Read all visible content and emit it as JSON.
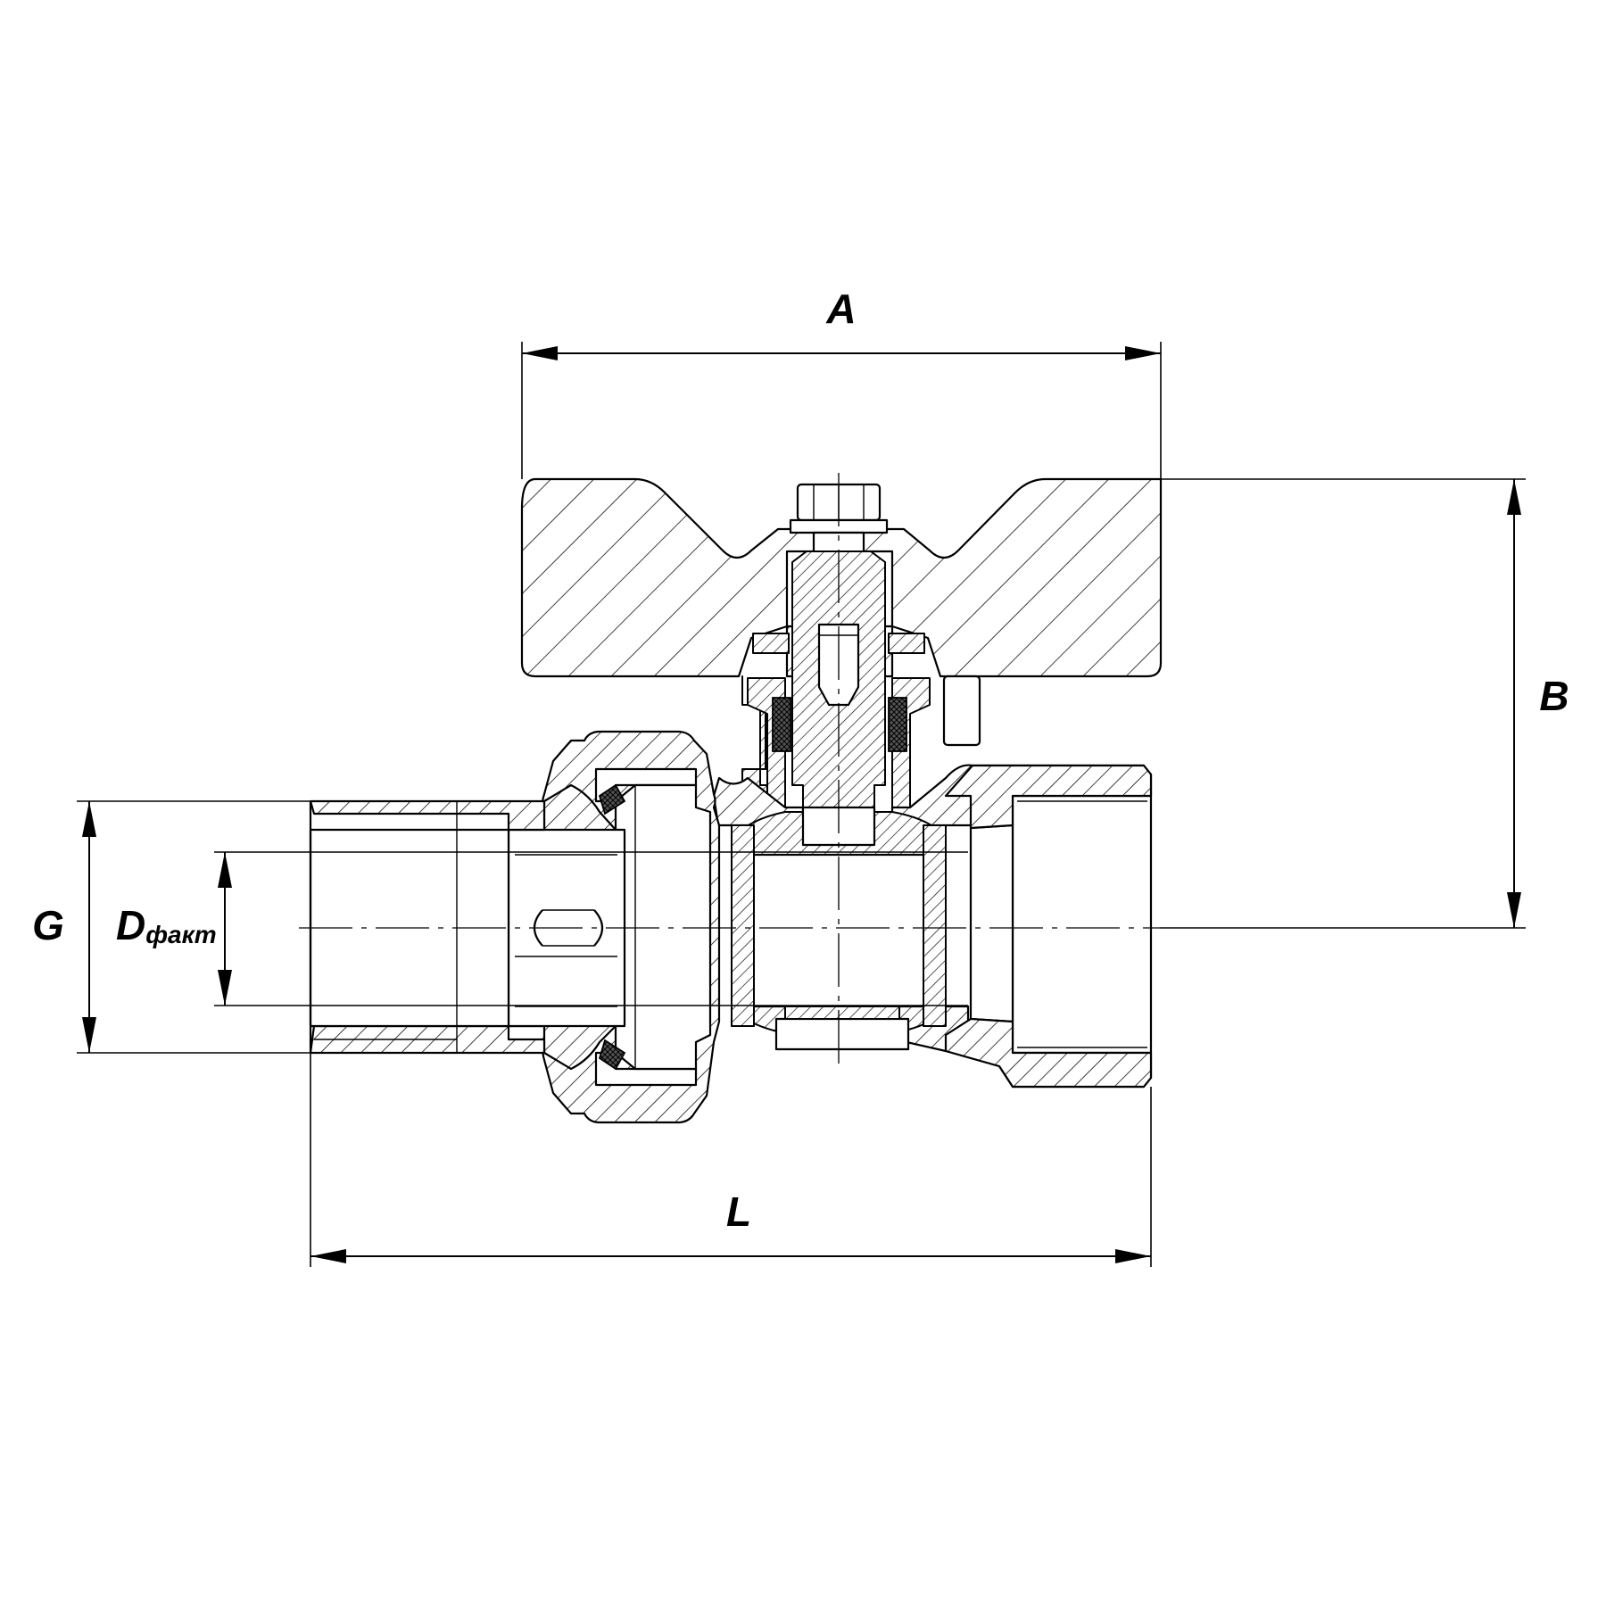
{
  "drawing": {
    "dimensions": {
      "a_label": "A",
      "b_label": "B",
      "g_label": "G",
      "d_label": "D",
      "d_subscript": "факт",
      "l_label": "L"
    }
  }
}
